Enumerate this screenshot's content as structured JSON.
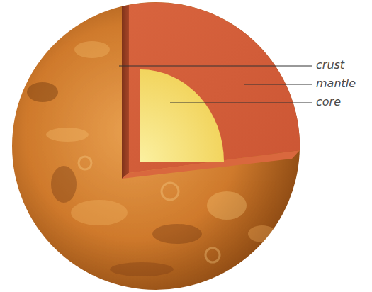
{
  "diagram": {
    "labels": [
      "crust",
      "mantle",
      "core"
    ]
  }
}
